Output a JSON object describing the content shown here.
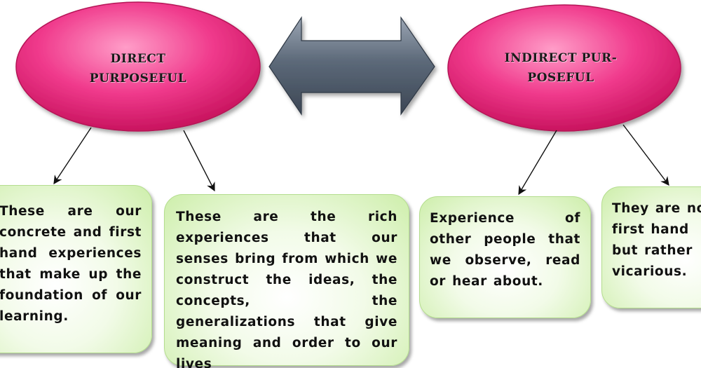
{
  "nodes": {
    "direct": {
      "line1": "DIRECT",
      "line2": "PURPOSEFUL"
    },
    "indirect": {
      "line1": "INDIRECT PUR-",
      "line2": "POSEFUL"
    }
  },
  "boxes": {
    "direct_left": "These are our concrete and first hand experiences that make up the foundation of our learning.",
    "direct_right": "These are the rich experiences that our senses bring from which we construct the ideas, the concepts, the generalizations that give meaning and order to our lives",
    "indirect_left": "Experience of other people that we observe, read or hear about.",
    "indirect_right": "They are not first hand but rather vicarious."
  },
  "colors": {
    "ellipse": "#e8247a",
    "arrow": "#5b6878",
    "box_border": "#b4dd8e"
  }
}
